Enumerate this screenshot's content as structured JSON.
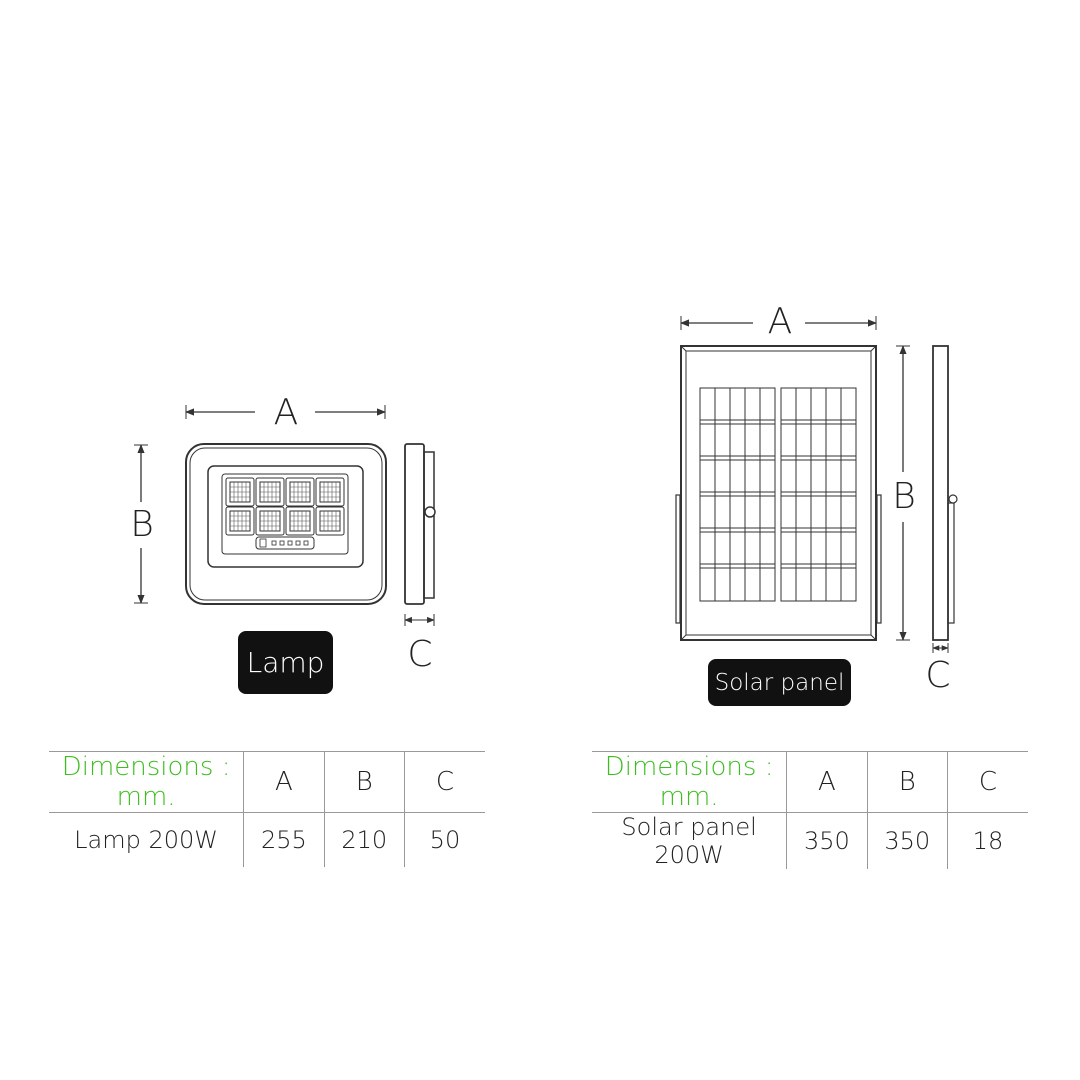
{
  "lamp": {
    "dim_a": "A",
    "dim_b": "B",
    "dim_c": "C",
    "caption": "Lamp"
  },
  "panel": {
    "dim_a": "A",
    "dim_b": "B",
    "dim_c": "C",
    "caption": "Solar panel"
  },
  "lamp_table": {
    "header": [
      "Dimensions : mm.",
      "A",
      "B",
      "C"
    ],
    "row": [
      "Lamp 200W",
      "255",
      "210",
      "50"
    ]
  },
  "panel_table": {
    "header": [
      "Dimensions : mm.",
      "A",
      "B",
      "C"
    ],
    "row": [
      "Solar panel 200W",
      "350",
      "350",
      "18"
    ]
  },
  "colors": {
    "accent_green": "#3dbd1f",
    "caption_bg": "#111111",
    "line": "#333333"
  }
}
